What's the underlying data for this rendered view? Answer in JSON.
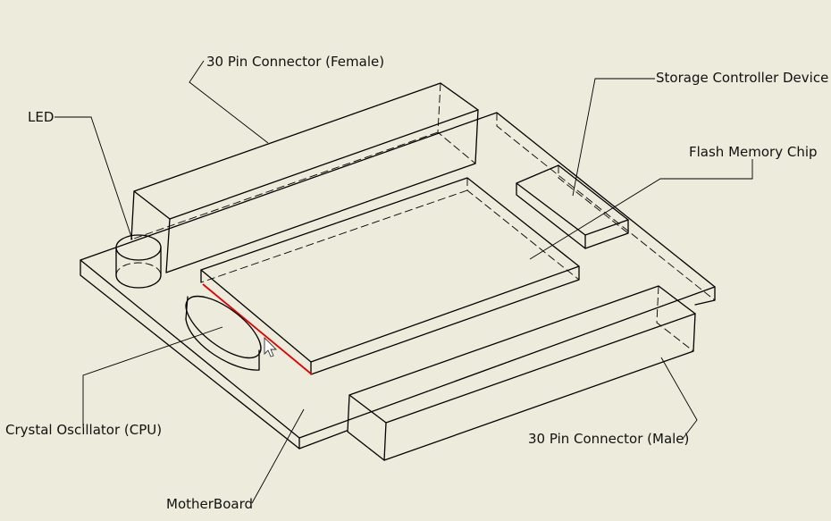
{
  "labels": {
    "female_connector": "30 Pin Connector (Female)",
    "led": "LED",
    "storage_controller": "Storage Controller Device",
    "flash_memory": "Flash Memory Chip",
    "crystal_oscillator": "Crystal Oscillator (CPU)",
    "male_connector": "30 Pin Connector (Male)",
    "motherboard": "MotherBoard"
  },
  "colors": {
    "background": "#ecebdc",
    "line": "#000000",
    "highlight": "#e00000"
  }
}
